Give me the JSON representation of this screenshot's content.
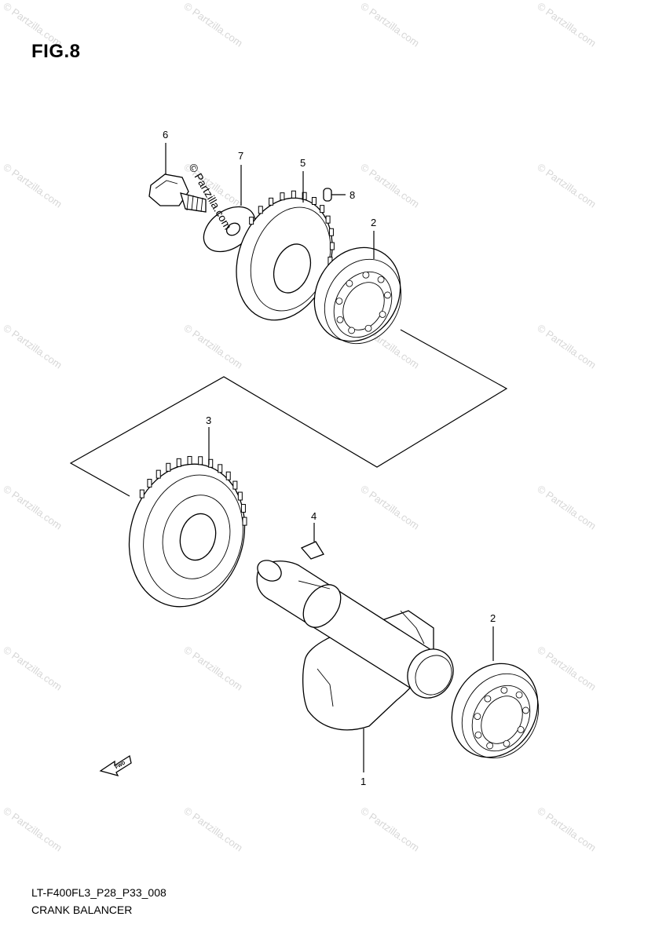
{
  "figure": {
    "title": "FIG.8",
    "code": "LT-F400FL3_P28_P33_008",
    "name": "CRANK BALANCER"
  },
  "watermark": {
    "text": "© Partzilla.com"
  },
  "callouts": [
    {
      "id": "6",
      "label": "6"
    },
    {
      "id": "7",
      "label": "7"
    },
    {
      "id": "5",
      "label": "5"
    },
    {
      "id": "8",
      "label": "8"
    },
    {
      "id": "2a",
      "label": "2"
    },
    {
      "id": "3",
      "label": "3"
    },
    {
      "id": "4",
      "label": "4"
    },
    {
      "id": "2b",
      "label": "2"
    },
    {
      "id": "1",
      "label": "1"
    }
  ],
  "fwd_icon": {
    "label": "FWD",
    "icon": "forward-arrow-icon"
  },
  "colors": {
    "ink": "#000000",
    "watermark": "#d7d7d7"
  }
}
